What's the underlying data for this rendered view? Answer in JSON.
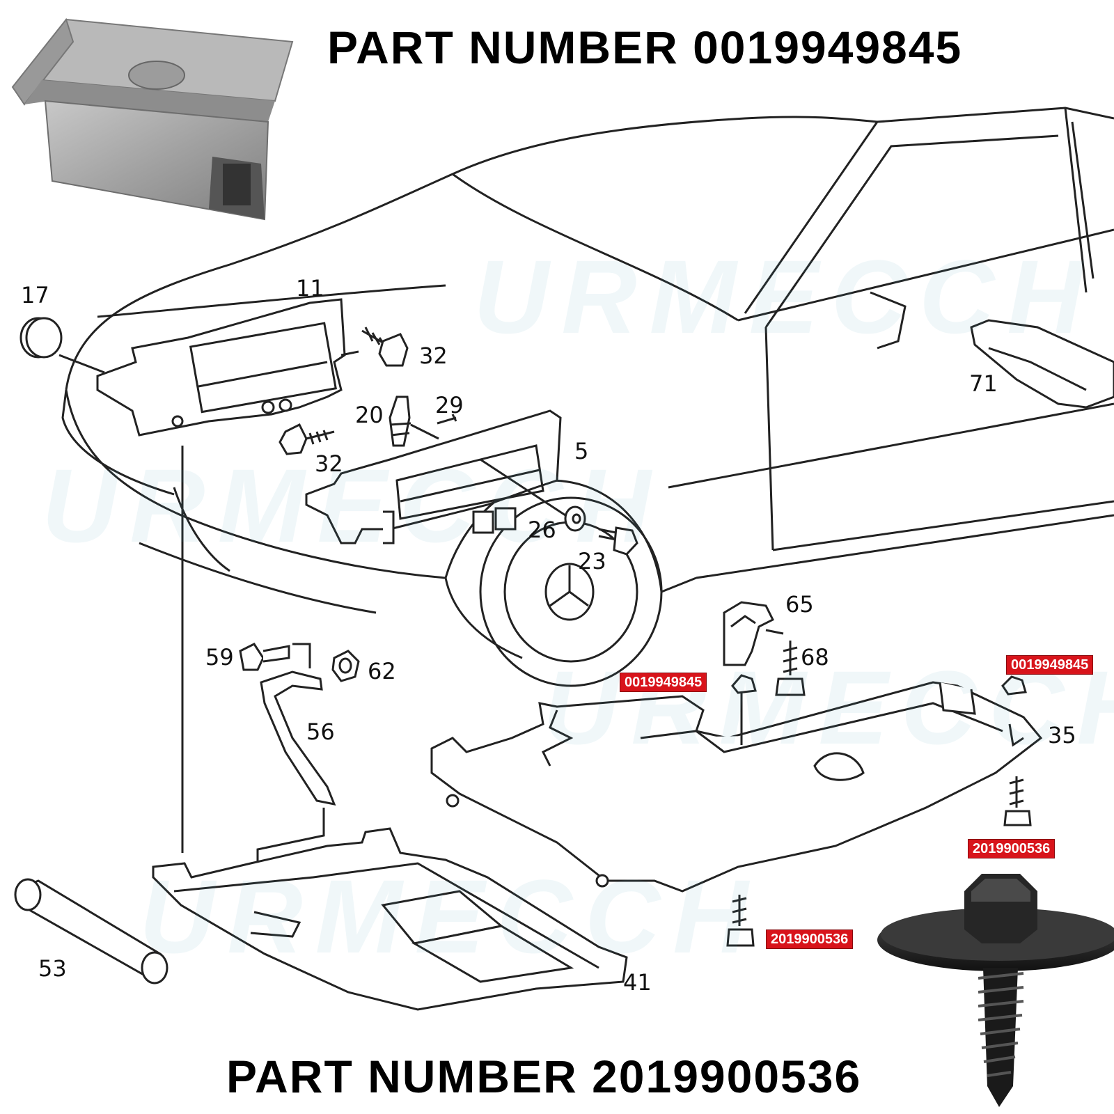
{
  "headings": {
    "top": "PART NUMBER  0019949845",
    "bottom": "PART NUMBER  2019900536"
  },
  "watermark": "URMECCH",
  "callouts": {
    "c17": "17",
    "c11": "11",
    "c32a": "32",
    "c32b": "32",
    "c20": "20",
    "c29": "29",
    "c5": "5",
    "c26": "26",
    "c23": "23",
    "c71": "71",
    "c65": "65",
    "c68": "68",
    "c59": "59",
    "c62": "62",
    "c56": "56",
    "c35": "35",
    "c53": "53",
    "c41": "41"
  },
  "tags": {
    "clip_left": "0019949845",
    "clip_right": "0019949845",
    "screw_right": "2019900536",
    "screw_bottom": "2019900536"
  },
  "colors": {
    "tag_red": "#d8141b",
    "line": "#222222",
    "clip_metal": "#9a9a9a",
    "screw_black": "#1a1a1a"
  }
}
